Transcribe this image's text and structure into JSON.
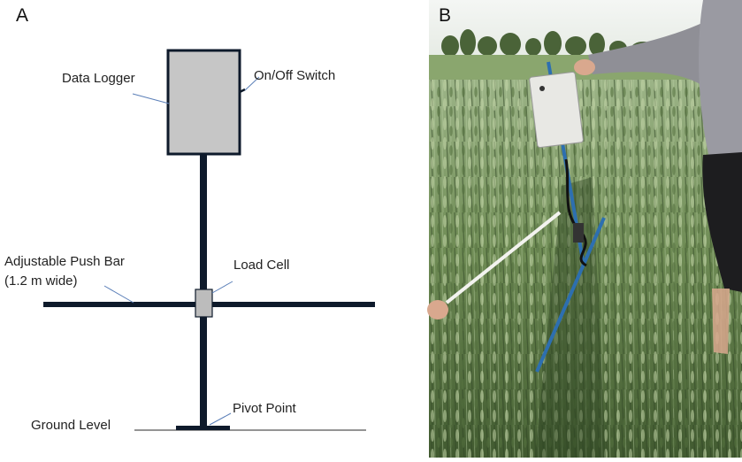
{
  "panel_a": {
    "letter": "A",
    "labels": {
      "data_logger": "Data Logger",
      "on_off_switch": "On/Off Switch",
      "push_bar_line1": "Adjustable Push Bar",
      "push_bar_line2": "(1.2 m wide)",
      "load_cell": "Load Cell",
      "pivot_point": "Pivot Point",
      "ground_level": "Ground Level"
    },
    "colors": {
      "frame": "#0e1a2b",
      "logger_fill": "#c6c6c6",
      "load_cell_fill": "#bcbcbc",
      "leader": "#5b7fb8"
    }
  },
  "panel_b": {
    "letter": "B",
    "photo": {
      "description_icon": "field-photo",
      "colors": {
        "sky": "#eef1ee",
        "crop_dark": "#4f6a3a",
        "crop_light": "#9fb884",
        "rod": "#2d6fb0",
        "sleeve": "#8f8f96",
        "shirt": "#9a9aa2"
      }
    }
  }
}
